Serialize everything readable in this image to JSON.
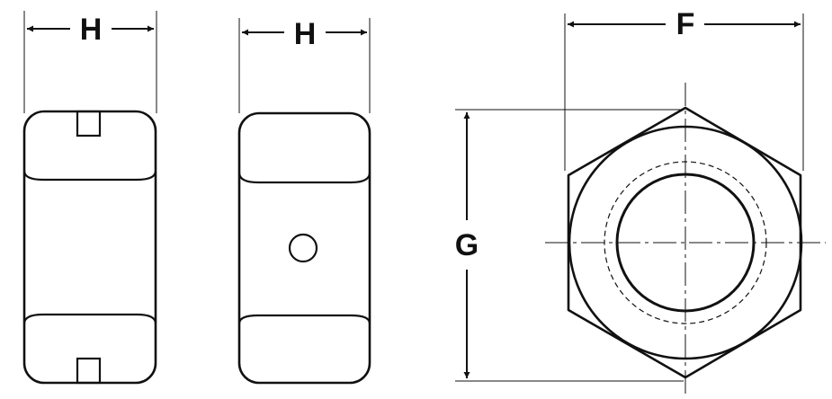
{
  "diagram": {
    "labels": {
      "width_side_1": "H",
      "width_side_2": "H",
      "across_flats": "F",
      "across_corners": "G"
    },
    "views": [
      {
        "name": "side-view-slotted",
        "feature": "slots"
      },
      {
        "name": "side-view-drilled",
        "feature": "drilled-hole"
      },
      {
        "name": "end-view-hex",
        "feature": "threaded-bore"
      }
    ],
    "colors": {
      "line": "#111111",
      "background": "#ffffff"
    }
  }
}
